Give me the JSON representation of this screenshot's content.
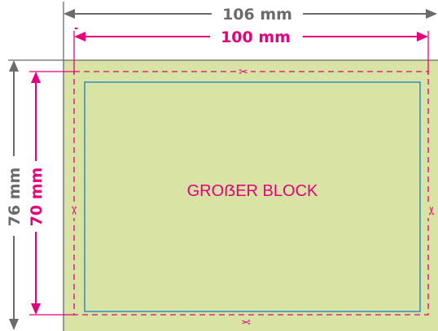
{
  "dimensions": {
    "outer_width": "106 mm",
    "inner_width": "100 mm",
    "outer_height": "76 mm",
    "inner_height": "70 mm"
  },
  "block": {
    "label": "GROẞER BLOCK"
  },
  "colors": {
    "outer_dimension": "#6b6b6b",
    "inner_dimension": "#e6007e",
    "bleed_fill": "#d8e3a4",
    "safe_line": "#1e88c8",
    "cut_line": "#e6007e",
    "block_label": "#e6007e"
  },
  "icons": {
    "cut_marker": "scissors-icon"
  }
}
